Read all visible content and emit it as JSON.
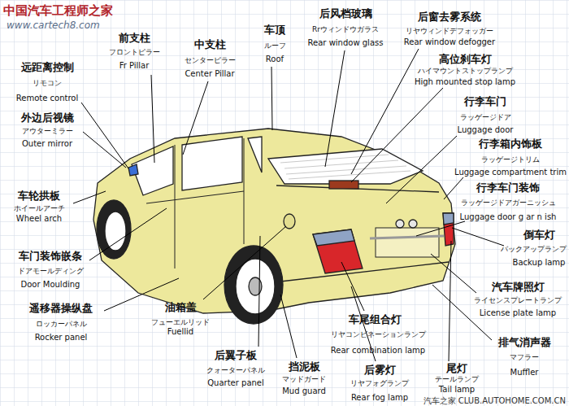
{
  "diagram": {
    "labels": [
      "中国汽车工程师之家",
      "www.cartech8.com",
      "前支柱",
      "フロントピラー",
      "Fr Pillar",
      "中支柱",
      "センターピラー",
      "Center Pillar",
      "车顶",
      "ルーフ",
      "Roof",
      "后风档玻璃",
      "Rrウィンドウガラス",
      "Rear window glass",
      "后窗去雾系统",
      "リヤウィンドデフォッガー",
      "Rear window defogger",
      "高位刹车灯",
      "ハイマウントストップランプ",
      "High mounted stop lamp",
      "远距离控制",
      "リモコン",
      "Remote control",
      "外边后视镜",
      "アウターミラー",
      "Outer mirror",
      "行李车门",
      "ラッゲージドア",
      "Luggage door",
      "行李箱内饰板",
      "ラッゲージトリム",
      "Luggage compartment trim",
      "行李车门装饰",
      "ラッゲージドアガーニッシュ",
      "Luggage door g ar n ish",
      "车轮拱板",
      "ホイールアーチ",
      "Wheel arch",
      "倒车灯",
      "バックアップランプ",
      "Backup lamp",
      "车门装饰嵌条",
      "ドアモールディング",
      "Door Moulding",
      "汽车牌照灯",
      "ライセンスプレートランプ",
      "License plate lamp",
      "遥移器操纵盘",
      "ロッカーパネル",
      "Rocker panel",
      "油箱盖",
      "フューエルリッド",
      "Fuellid",
      "车尾组合灯",
      "リヤコンビネーションランプ",
      "Rear combination lamp",
      "排气消声器",
      "マフラー",
      "Muffler",
      "后翼子板",
      "クォーターパネル",
      "Quarter panel",
      "挡泥板",
      "マッドガード",
      "Mud guard",
      "后雾灯",
      "リヤフォグランプ",
      "Rear fog lamp",
      "尾灯",
      "テールランプ",
      "Tail lamp",
      "汽车之家 CLUB.AUTOHOME.COM.CN"
    ]
  }
}
